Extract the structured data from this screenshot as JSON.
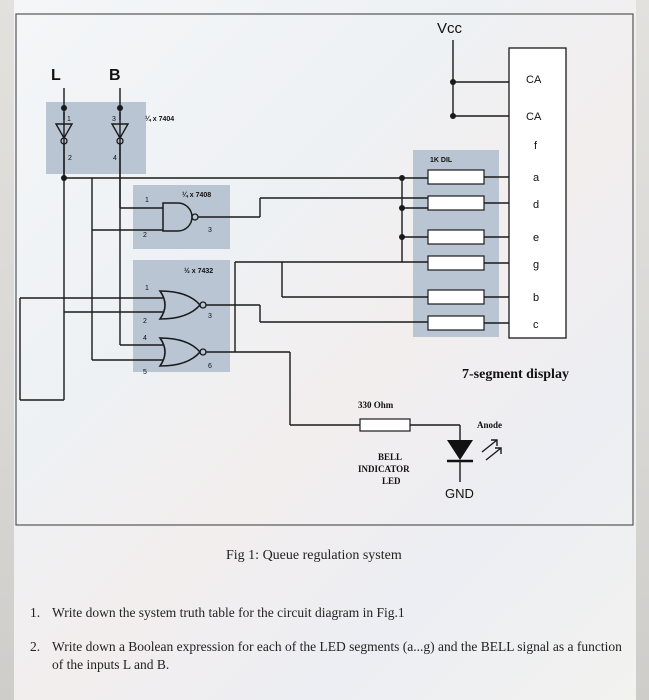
{
  "diagram": {
    "vcc": "Vcc",
    "gnd": "GND",
    "input_L": "L",
    "input_B": "B",
    "chip_7404": "¼ x 7404",
    "chip_7408": "¼ x 7408",
    "chip_7432": "½ x 7432",
    "dil": "1K DIL",
    "resistor": "330 Ohm",
    "anode": "Anode",
    "bell_line1": "BELL",
    "bell_line2": "INDICATOR",
    "bell_line3": "LED",
    "display_label": "7-segment display",
    "segments": [
      "CA",
      "CA",
      "f",
      "a",
      "d",
      "e",
      "g",
      "b",
      "c"
    ],
    "pins": {
      "inv1_in": "1",
      "inv1_out": "2",
      "inv2_in": "3",
      "inv2_out": "4",
      "and_in1": "1",
      "and_in2": "2",
      "and_out": "3",
      "or1_in1": "1",
      "or1_in2": "2",
      "or1_out": "3",
      "or2_in1": "4",
      "or2_in2": "5",
      "or2_out": "6"
    }
  },
  "caption": "Fig 1: Queue regulation system",
  "questions": [
    {
      "num": "1.",
      "text": "Write down the system truth table for the circuit diagram in Fig.1"
    },
    {
      "num": "2.",
      "text": "Write down a Boolean expression for each of the LED segments (a...g) and the BELL signal as a function of the inputs L and B."
    }
  ],
  "colors": {
    "shade": "#b9c5d3",
    "wire": "#1a1a1a"
  }
}
